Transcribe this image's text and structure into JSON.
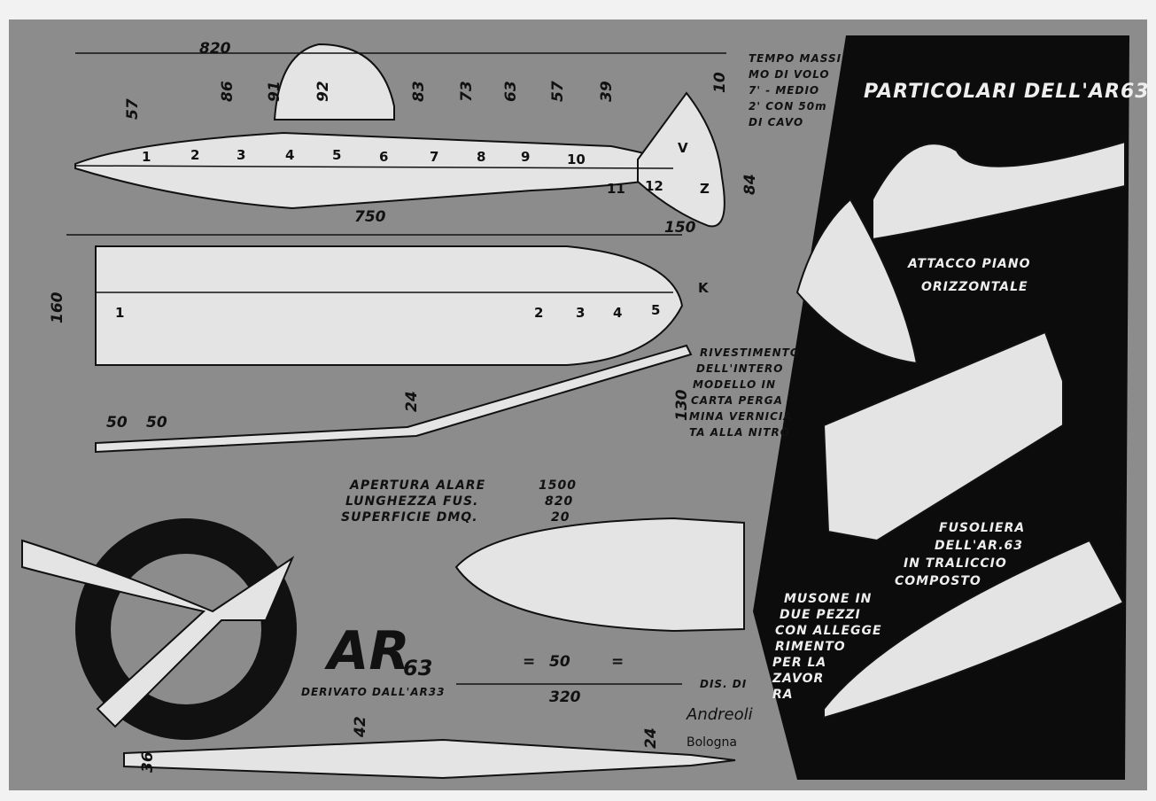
{
  "panel": {
    "title": "PARTICOLARI DELL'AR63",
    "labels": {
      "stabilizer_mount": [
        "ATTACCO PIANO",
        "ORIZZONTALE"
      ],
      "fuselage": [
        "FUSOLIERA",
        "DELL'AR.63",
        "IN TRALICCIO",
        "COMPOSTO"
      ],
      "nose": [
        "MUSONE IN",
        "DUE PEZZI",
        "CON ALLEGGE",
        "RIMENTO",
        "PER LA",
        "ZAVOR",
        "RA"
      ]
    }
  },
  "notes": {
    "flight_time": [
      "TEMPO MASSI",
      "MO DI VOLO",
      "7' - MEDIO",
      "2' CON 50m",
      "DI CAVO"
    ],
    "covering": [
      "RIVESTIMENTO",
      "DELL'INTERO",
      "MODELLO IN",
      "CARTA PERGA",
      "MINA VERNICIA",
      "TA ALLA NITRO"
    ]
  },
  "specs": [
    {
      "label": "APERTURA ALARE",
      "value": "1500"
    },
    {
      "label": "LUNGHEZZA FUS.",
      "value": "820"
    },
    {
      "label": "SUPERFICIE DMQ.",
      "value": "20"
    }
  ],
  "logo": {
    "name": "AR",
    "number": "63",
    "subtitle": "DERIVATO DALL'AR33"
  },
  "signature": {
    "prefix": "DIS. DI",
    "name": "Andreoli",
    "city": "Bologna"
  },
  "dimensions": {
    "fuselage_length": "820",
    "fuselage_heights": [
      "57",
      "86",
      "91",
      "92",
      "83",
      "73",
      "63",
      "57",
      "39",
      "10"
    ],
    "fin_height": "84",
    "fin_chord": "150",
    "wing_half_span": "750",
    "wing_chord": "160",
    "rib_spacing": [
      "50",
      "50"
    ],
    "dihedral_height": "130",
    "spar_height": "24",
    "stab_span": "320",
    "stab_spacing": "50",
    "stab_equal": "=",
    "bottom_heights": [
      "36",
      "42",
      "24"
    ]
  },
  "stations": [
    "1",
    "2",
    "3",
    "4",
    "5",
    "6",
    "7",
    "8",
    "9",
    "10",
    "11",
    "12"
  ],
  "fin_marks": [
    "V",
    "Z"
  ],
  "wing_ribs": [
    "1",
    "2",
    "3",
    "4",
    "5"
  ],
  "wing_tip_mark": "K"
}
